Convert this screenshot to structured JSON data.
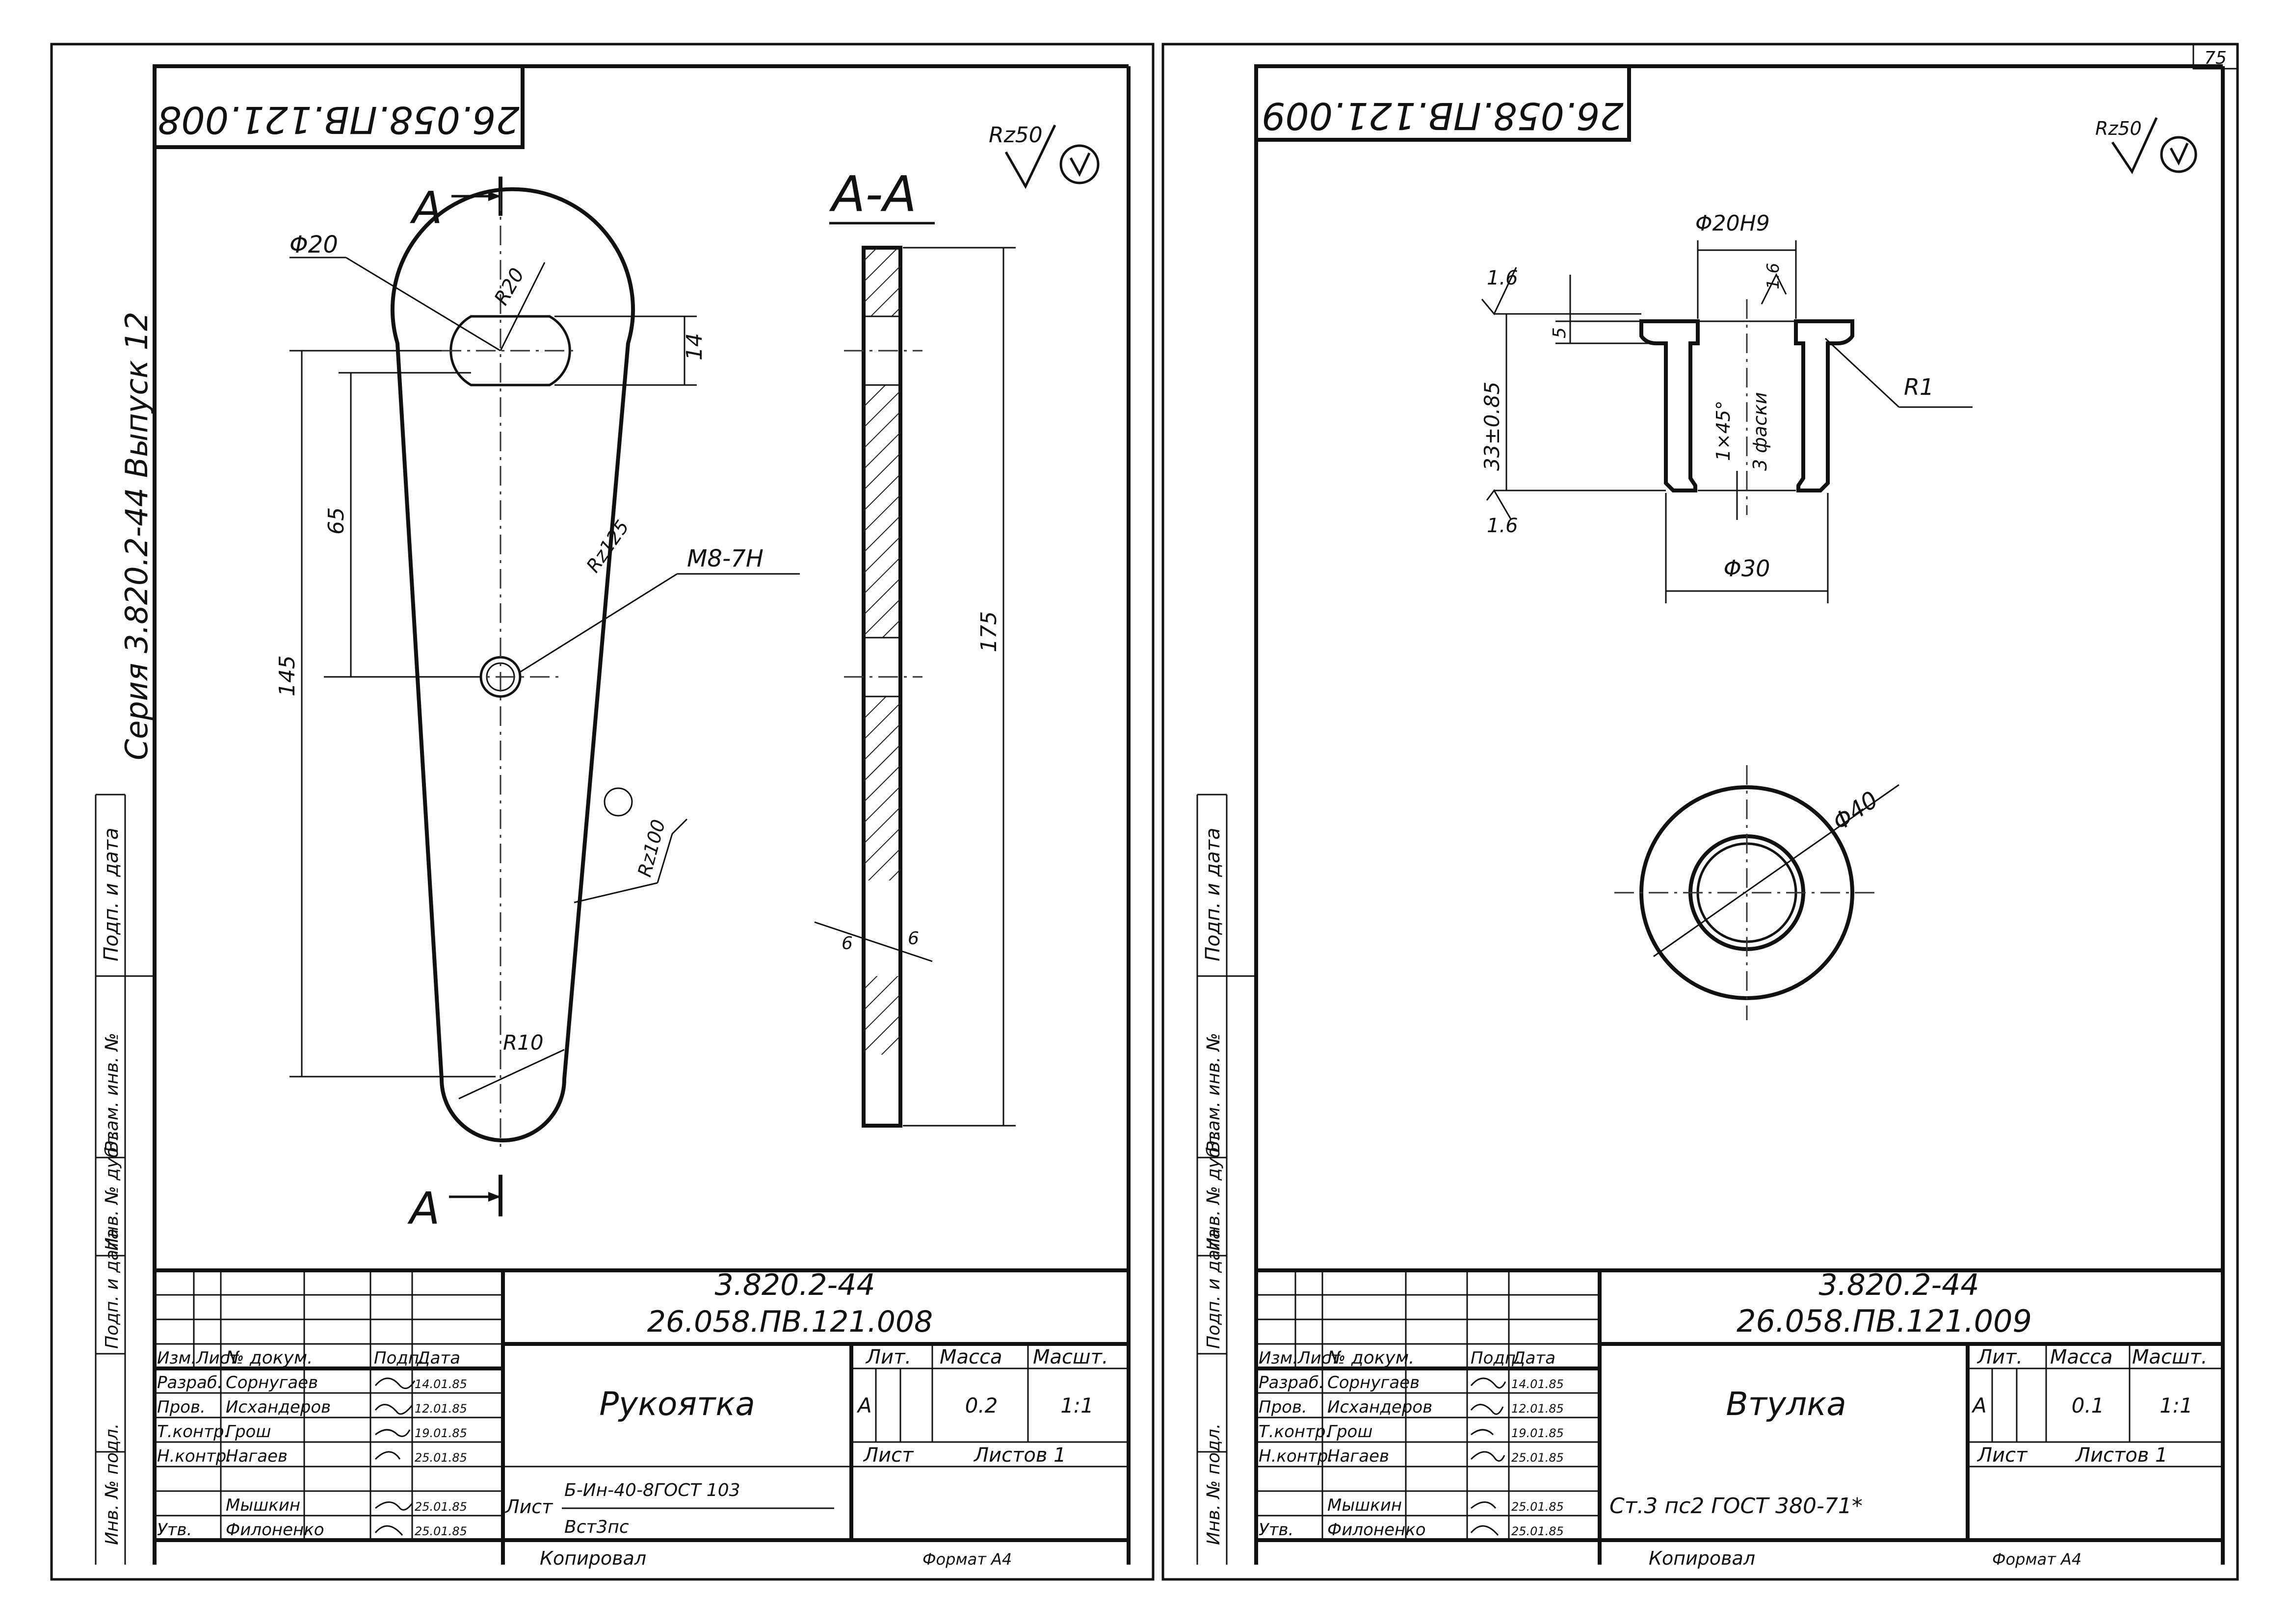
{
  "page_number": "75",
  "series_text": "Серия 3.820.2-44 Выпуск 12",
  "left_margin_labels": [
    "Подп. и дата",
    "Взам. инв. №",
    "Инв. № дубл.",
    "Подп. и дата",
    "Инв. № подл."
  ],
  "left_sheet": {
    "code_stamp": "26.058.ПВ.121.008",
    "roughness": "Rz50",
    "section_marker": "А",
    "section_title": "А-А",
    "dims": {
      "d20": "Φ20",
      "r20": "R20",
      "d14": "14",
      "d65": "65",
      "d145": "145",
      "rz125": "Rz125",
      "thread": "M8-7H",
      "rz100": "Rz100",
      "r10": "R10",
      "d175": "175",
      "d6": "6"
    },
    "title_block": {
      "series_code": "3.820.2-44",
      "doc_code": "26.058.ПВ.121.008",
      "name": "Рукоятка",
      "col_headers": [
        "Изм.",
        "Лист",
        "№ докум.",
        "Подп.",
        "Дата"
      ],
      "roles": [
        "Разраб.",
        "Пров.",
        "Т.контр.",
        "Н.контр.",
        "Утв."
      ],
      "people": [
        "Сорнугаев",
        "Исхандеров",
        "Грош",
        "Нагаев",
        "Мышкин",
        "Филоненко"
      ],
      "dates": [
        "14.01.85",
        "12.01.85",
        "19.01.85",
        "25.01.85",
        "25.01.85",
        "25.01.85"
      ],
      "lit_label": "Лит.",
      "mass_label": "Масса",
      "scale_label": "Масшт.",
      "lit_value": "А",
      "mass_value": "0.2",
      "scale_value": "1:1",
      "sheet_label": "Лист",
      "sheets_label": "Листов 1",
      "material_line1": "Б-Ин-40-8ГОСТ 103",
      "material_line2": "Вст3пс",
      "copied_by": "Копировал",
      "format_label": "Формат А4"
    }
  },
  "right_sheet": {
    "code_stamp": "26.058.ПВ.121.009",
    "roughness": "Rz50",
    "dims": {
      "d20h9": "Φ20H9",
      "r16a": "1.6",
      "r16b": "1.6",
      "r16c": "1.6",
      "d5": "5",
      "d33": "33±0.85",
      "chamfer": "1×45°",
      "chamfer_count": "3 фаски",
      "r1": "R1",
      "d30": "Φ30",
      "d40": "Φ40"
    },
    "title_block": {
      "series_code": "3.820.2-44",
      "doc_code": "26.058.ПВ.121.009",
      "name": "Втулка",
      "col_headers": [
        "Изм.",
        "Лист",
        "№ докум.",
        "Подп.",
        "Дата"
      ],
      "roles": [
        "Разраб.",
        "Пров.",
        "Т.контр.",
        "Н.контр.",
        "Утв."
      ],
      "people": [
        "Сорнугаев",
        "Исхандеров",
        "Грош",
        "Нагаев",
        "Мышкин",
        "Филоненко"
      ],
      "dates": [
        "14.01.85",
        "12.01.85",
        "19.01.85",
        "25.01.85",
        "25.01.85",
        "25.01.85"
      ],
      "lit_label": "Лит.",
      "mass_label": "Масса",
      "scale_label": "Масшт.",
      "lit_value": "А",
      "mass_value": "0.1",
      "scale_value": "1:1",
      "sheet_label": "Лист",
      "sheets_label": "Листов 1",
      "material": "Ст.3 пс2 ГОСТ 380-71*",
      "copied_by": "Копировал",
      "format_label": "Формат А4"
    }
  }
}
